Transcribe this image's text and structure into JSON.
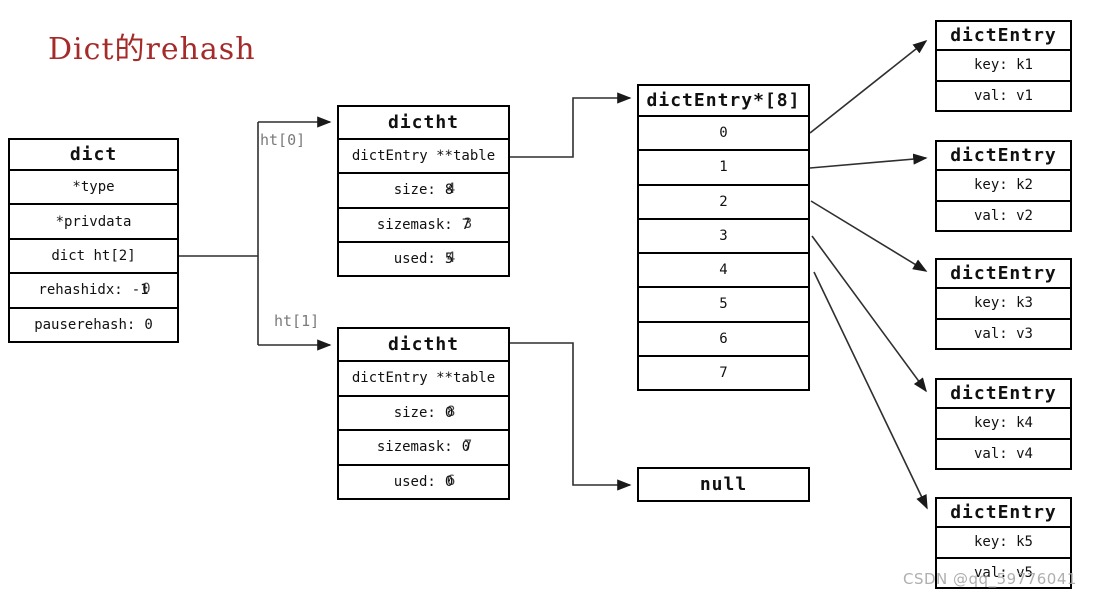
{
  "page": {
    "title": "Dict的rehash",
    "watermark": "CSDN @qq_59776041"
  },
  "colors": {
    "title": "#a52a2a",
    "box_border": "#000000",
    "connector": "#2f2f2f",
    "pointer_label": "#7a7a7a",
    "watermark": "#a6a6a6"
  },
  "pointer_labels": {
    "ht0": "ht[0]",
    "ht1": "ht[1]"
  },
  "dict_box": {
    "title": "dict",
    "rows": [
      {
        "text": "*type"
      },
      {
        "text": "*privdata"
      },
      {
        "text": "dict ht[2]"
      },
      {
        "label": "rehashidx:",
        "value": "-1",
        "ghost": "0"
      },
      {
        "label": "pauserehash:",
        "value": "0",
        "ghost": ""
      }
    ]
  },
  "hashtable_0": {
    "title": "dictht",
    "table_row": "dictEntry **table",
    "fields": [
      {
        "label": "size:",
        "value": "8",
        "ghost": "4"
      },
      {
        "label": "sizemask:",
        "value": "7",
        "ghost": "3"
      },
      {
        "label": "used:",
        "value": "5",
        "ghost": "4"
      }
    ]
  },
  "hashtable_1": {
    "title": "dictht",
    "table_row": "dictEntry **table",
    "fields": [
      {
        "label": "size:",
        "value": "0",
        "ghost": "8"
      },
      {
        "label": "sizemask:",
        "value": "0",
        "ghost": "7"
      },
      {
        "label": "used:",
        "value": "0",
        "ghost": "6"
      }
    ]
  },
  "bucket_array": {
    "title": "dictEntry*[8]",
    "slots": [
      "0",
      "1",
      "2",
      "3",
      "4",
      "5",
      "6",
      "7"
    ]
  },
  "null_box": {
    "label": "null"
  },
  "entries": [
    {
      "title": "dictEntry",
      "key": "key: k1",
      "val": "val: v1"
    },
    {
      "title": "dictEntry",
      "key": "key: k2",
      "val": "val: v2"
    },
    {
      "title": "dictEntry",
      "key": "key: k3",
      "val": "val: v3"
    },
    {
      "title": "dictEntry",
      "key": "key: k4",
      "val": "val: v4"
    },
    {
      "title": "dictEntry",
      "key": "key: k5",
      "val": "val: v5"
    }
  ]
}
